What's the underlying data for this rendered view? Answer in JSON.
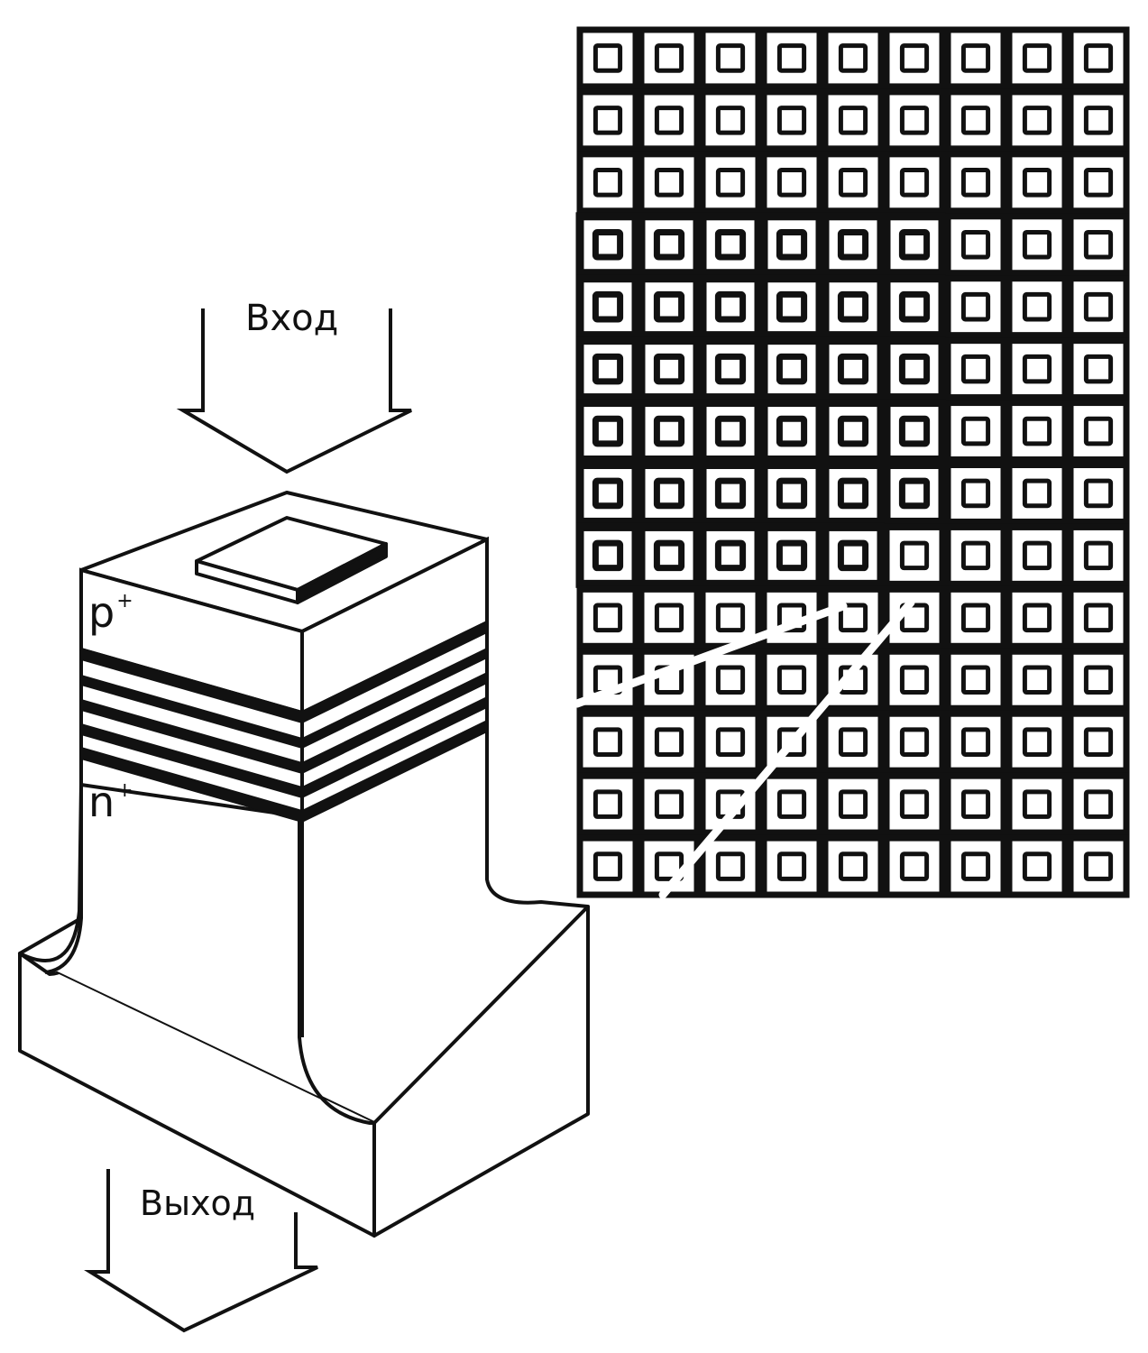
{
  "labels": {
    "input": "Вход",
    "output": "Выход",
    "p_layer": "p",
    "p_sign": "+",
    "n_layer": "n",
    "n_sign": "+"
  },
  "pixel_array": {
    "columns": 9,
    "rows": 14,
    "highlighted": [
      6,
      6,
      6,
      6,
      6,
      5
    ],
    "highlighted_start_row": 3
  },
  "colors": {
    "ink": "#111111",
    "paper": "#ffffff"
  }
}
